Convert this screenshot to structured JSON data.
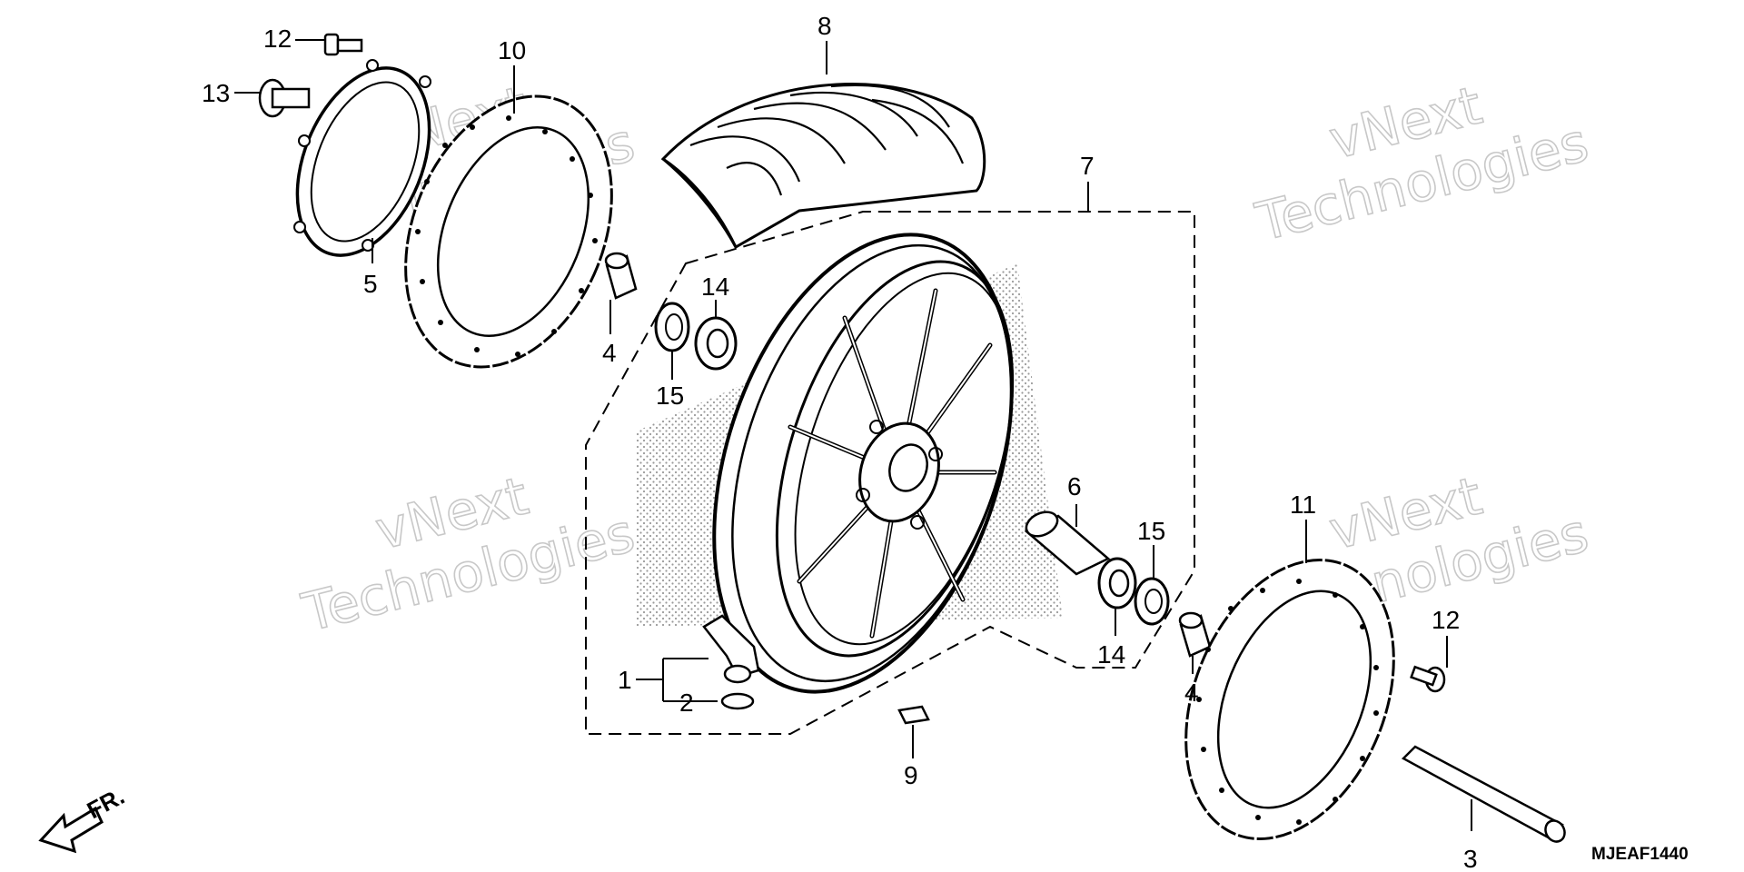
{
  "diagram": {
    "part_labels": [
      "1",
      "2",
      "3",
      "4",
      "4",
      "5",
      "6",
      "7",
      "8",
      "9",
      "10",
      "11",
      "12",
      "12",
      "13",
      "14",
      "14",
      "15",
      "15"
    ],
    "direction_label": "FR.",
    "diagram_code": "MJEAF1440",
    "watermark": [
      "vNext",
      "Technologies"
    ]
  }
}
